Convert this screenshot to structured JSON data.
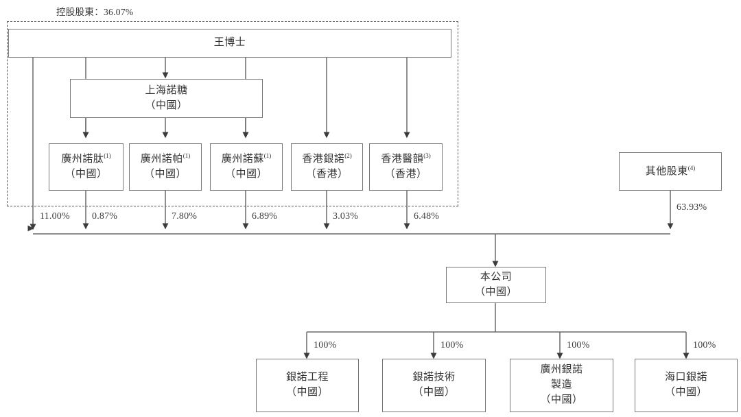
{
  "header": {
    "controlling_shareholder_label": "控股股東：36.07%"
  },
  "nodes": {
    "wang": {
      "name": "王博士",
      "jurisdiction": ""
    },
    "shanghai_nuotang": {
      "name": "上海諾糖",
      "jurisdiction": "（中國）"
    },
    "guangzhou_nuotai": {
      "name": "廣州諾肽",
      "note": "(1)",
      "jurisdiction": "（中國）"
    },
    "guangzhou_nuopa": {
      "name": "廣州諾帕",
      "note": "(1)",
      "jurisdiction": "（中國）"
    },
    "guangzhou_nuosu": {
      "name": "廣州諾蘇",
      "note": "(1)",
      "jurisdiction": "（中國）"
    },
    "hongkong_yinnuo": {
      "name": "香港銀諾",
      "note": "(2)",
      "jurisdiction": "（香港）"
    },
    "hongkong_yiyun": {
      "name": "香港醫韻",
      "note": "(3)",
      "jurisdiction": "（香港）"
    },
    "other_shareholders": {
      "name": "其他股東",
      "note": "(4)",
      "jurisdiction": ""
    },
    "company": {
      "name": "本公司",
      "jurisdiction": "（中國）"
    },
    "yinnuo_engineering": {
      "name": "銀諾工程",
      "jurisdiction": "（中國）"
    },
    "yinnuo_technology": {
      "name": "銀諾技術",
      "jurisdiction": "（中國）"
    },
    "guangzhou_yinnuo_manufacturing": {
      "name": "廣州銀諾",
      "name2": "製造",
      "jurisdiction": "（中國）"
    },
    "haikou_yinnuo": {
      "name": "海口銀諾",
      "jurisdiction": "（中國）"
    }
  },
  "ownership": {
    "to_company": [
      {
        "from": "wang",
        "percent": "11.00%"
      },
      {
        "from": "guangzhou_nuotai",
        "percent": "0.87%"
      },
      {
        "from": "guangzhou_nuopa",
        "percent": "7.80%"
      },
      {
        "from": "guangzhou_nuosu",
        "percent": "6.89%"
      },
      {
        "from": "hongkong_yinnuo",
        "percent": "3.03%"
      },
      {
        "from": "hongkong_yiyun",
        "percent": "6.48%"
      },
      {
        "from": "other_shareholders",
        "percent": "63.93%"
      }
    ],
    "subsidiaries": [
      {
        "to": "yinnuo_engineering",
        "percent": "100%"
      },
      {
        "to": "yinnuo_technology",
        "percent": "100%"
      },
      {
        "to": "guangzhou_yinnuo_manufacturing",
        "percent": "100%"
      },
      {
        "to": "haikou_yinnuo",
        "percent": "100%"
      }
    ]
  },
  "colors": {
    "box_border": "#767676",
    "line": "#555555",
    "text": "#333333",
    "background": "#ffffff"
  }
}
